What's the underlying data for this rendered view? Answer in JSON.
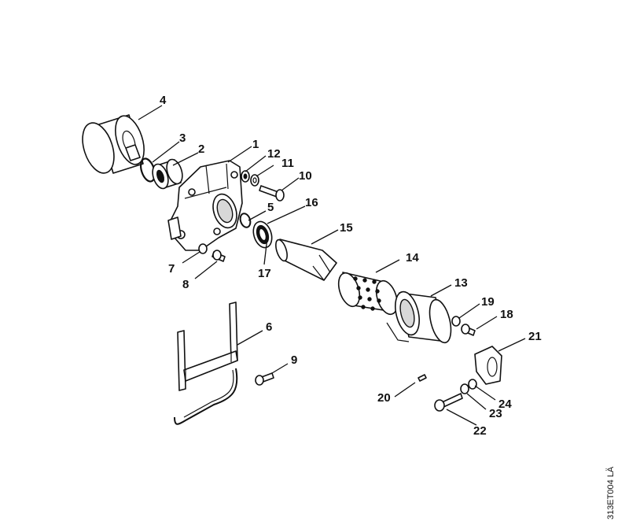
{
  "diagram": {
    "reference_code": "313ET004 LÄ",
    "callouts": [
      {
        "id": "1",
        "label": "1"
      },
      {
        "id": "2",
        "label": "2"
      },
      {
        "id": "3",
        "label": "3"
      },
      {
        "id": "4",
        "label": "4"
      },
      {
        "id": "5",
        "label": "5"
      },
      {
        "id": "6",
        "label": "6"
      },
      {
        "id": "7",
        "label": "7"
      },
      {
        "id": "8",
        "label": "8"
      },
      {
        "id": "9",
        "label": "9"
      },
      {
        "id": "10",
        "label": "10"
      },
      {
        "id": "11",
        "label": "11"
      },
      {
        "id": "12",
        "label": "12"
      },
      {
        "id": "13",
        "label": "13"
      },
      {
        "id": "14",
        "label": "14"
      },
      {
        "id": "15",
        "label": "15"
      },
      {
        "id": "16",
        "label": "16"
      },
      {
        "id": "17",
        "label": "17"
      },
      {
        "id": "18",
        "label": "18"
      },
      {
        "id": "19",
        "label": "19"
      },
      {
        "id": "20",
        "label": "20"
      },
      {
        "id": "21",
        "label": "21"
      },
      {
        "id": "22",
        "label": "22"
      },
      {
        "id": "23",
        "label": "23"
      },
      {
        "id": "24",
        "label": "24"
      }
    ]
  }
}
